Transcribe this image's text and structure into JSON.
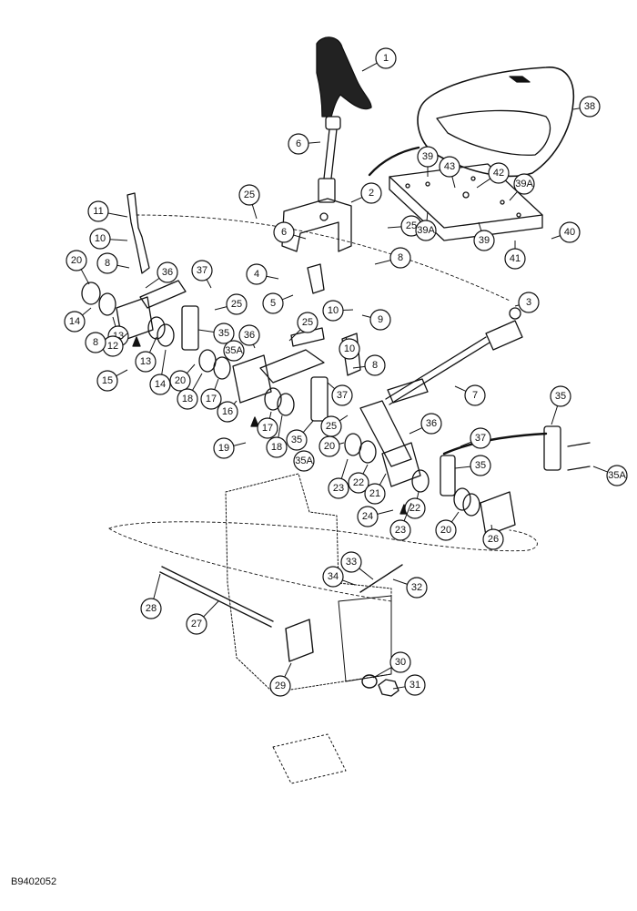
{
  "document": {
    "code": "B9402052"
  },
  "callouts": [
    {
      "label": "1"
    },
    {
      "label": "38"
    },
    {
      "label": "6"
    },
    {
      "label": "39"
    },
    {
      "label": "43"
    },
    {
      "label": "42"
    },
    {
      "label": "39A"
    },
    {
      "label": "25"
    },
    {
      "label": "2"
    },
    {
      "label": "11"
    },
    {
      "label": "25"
    },
    {
      "label": "39A"
    },
    {
      "label": "39"
    },
    {
      "label": "40"
    },
    {
      "label": "10"
    },
    {
      "label": "6"
    },
    {
      "label": "41"
    },
    {
      "label": "20"
    },
    {
      "label": "8"
    },
    {
      "label": "8"
    },
    {
      "label": "37"
    },
    {
      "label": "4"
    },
    {
      "label": "36"
    },
    {
      "label": "25"
    },
    {
      "label": "5"
    },
    {
      "label": "3"
    },
    {
      "label": "14"
    },
    {
      "label": "13"
    },
    {
      "label": "10"
    },
    {
      "label": "9"
    },
    {
      "label": "12"
    },
    {
      "label": "35"
    },
    {
      "label": "36"
    },
    {
      "label": "25"
    },
    {
      "label": "10"
    },
    {
      "label": "8"
    },
    {
      "label": "13"
    },
    {
      "label": "35A"
    },
    {
      "label": "15"
    },
    {
      "label": "14"
    },
    {
      "label": "20"
    },
    {
      "label": "8"
    },
    {
      "label": "18"
    },
    {
      "label": "17"
    },
    {
      "label": "7"
    },
    {
      "label": "37"
    },
    {
      "label": "16"
    },
    {
      "label": "35"
    },
    {
      "label": "17"
    },
    {
      "label": "25"
    },
    {
      "label": "36"
    },
    {
      "label": "18"
    },
    {
      "label": "19"
    },
    {
      "label": "35"
    },
    {
      "label": "37"
    },
    {
      "label": "35A"
    },
    {
      "label": "20"
    },
    {
      "label": "35"
    },
    {
      "label": "22"
    },
    {
      "label": "23"
    },
    {
      "label": "21"
    },
    {
      "label": "35A"
    },
    {
      "label": "22"
    },
    {
      "label": "24"
    },
    {
      "label": "23"
    },
    {
      "label": "20"
    },
    {
      "label": "26"
    },
    {
      "label": "33"
    },
    {
      "label": "34"
    },
    {
      "label": "32"
    },
    {
      "label": "28"
    },
    {
      "label": "27"
    },
    {
      "label": "30"
    },
    {
      "label": "29"
    },
    {
      "label": "31"
    }
  ]
}
